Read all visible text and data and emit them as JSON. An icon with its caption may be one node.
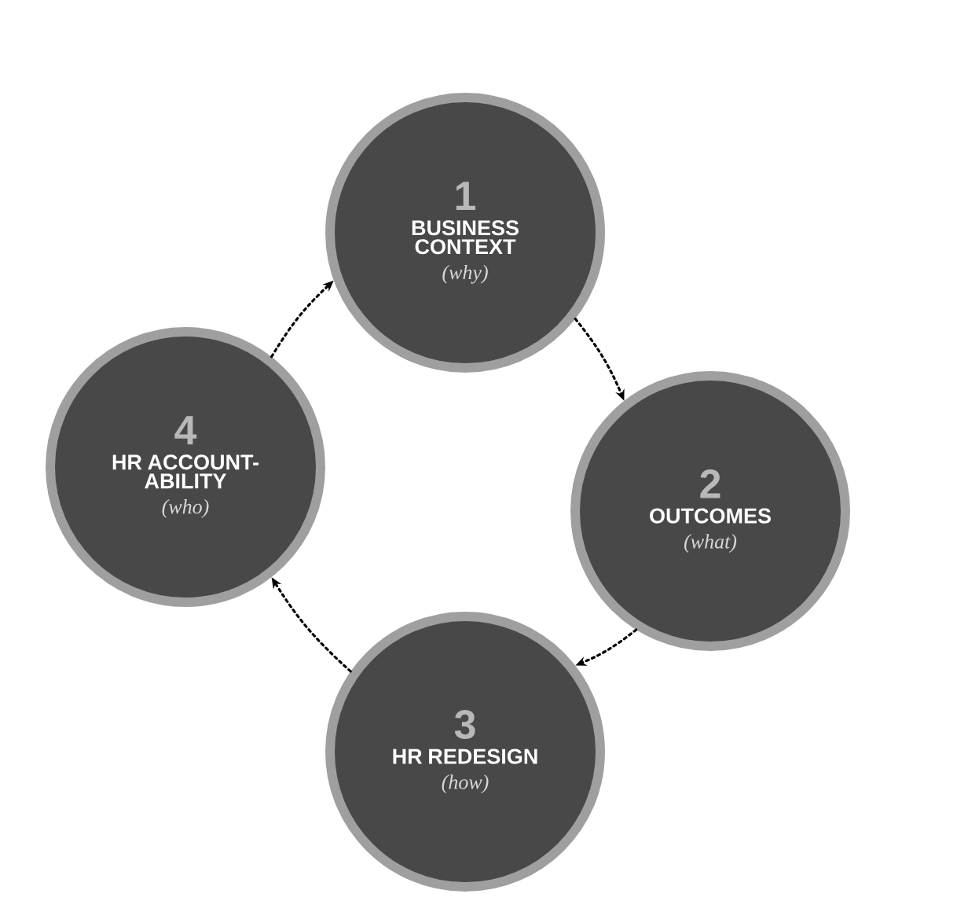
{
  "diagram": {
    "nodes": [
      {
        "text": [
          "1",
          "BUSINESS CONTEXT",
          "(why)"
        ]
      },
      {
        "text": [
          "2",
          "OUTCOMES",
          "(what)"
        ]
      },
      {
        "text": [
          "3",
          "HR REDESIGN",
          "(how)"
        ]
      },
      {
        "text": [
          "4",
          "HR ACCOUNT- ABILITY",
          "(who)"
        ]
      }
    ],
    "edges": [
      {
        "from": 0,
        "to": 1,
        "arrow": "to"
      },
      {
        "from": 1,
        "to": 2,
        "arrow": "to"
      },
      {
        "from": 2,
        "to": 3,
        "arrow": "to"
      },
      {
        "from": 3,
        "to": 0,
        "arrow": "to"
      }
    ]
  }
}
